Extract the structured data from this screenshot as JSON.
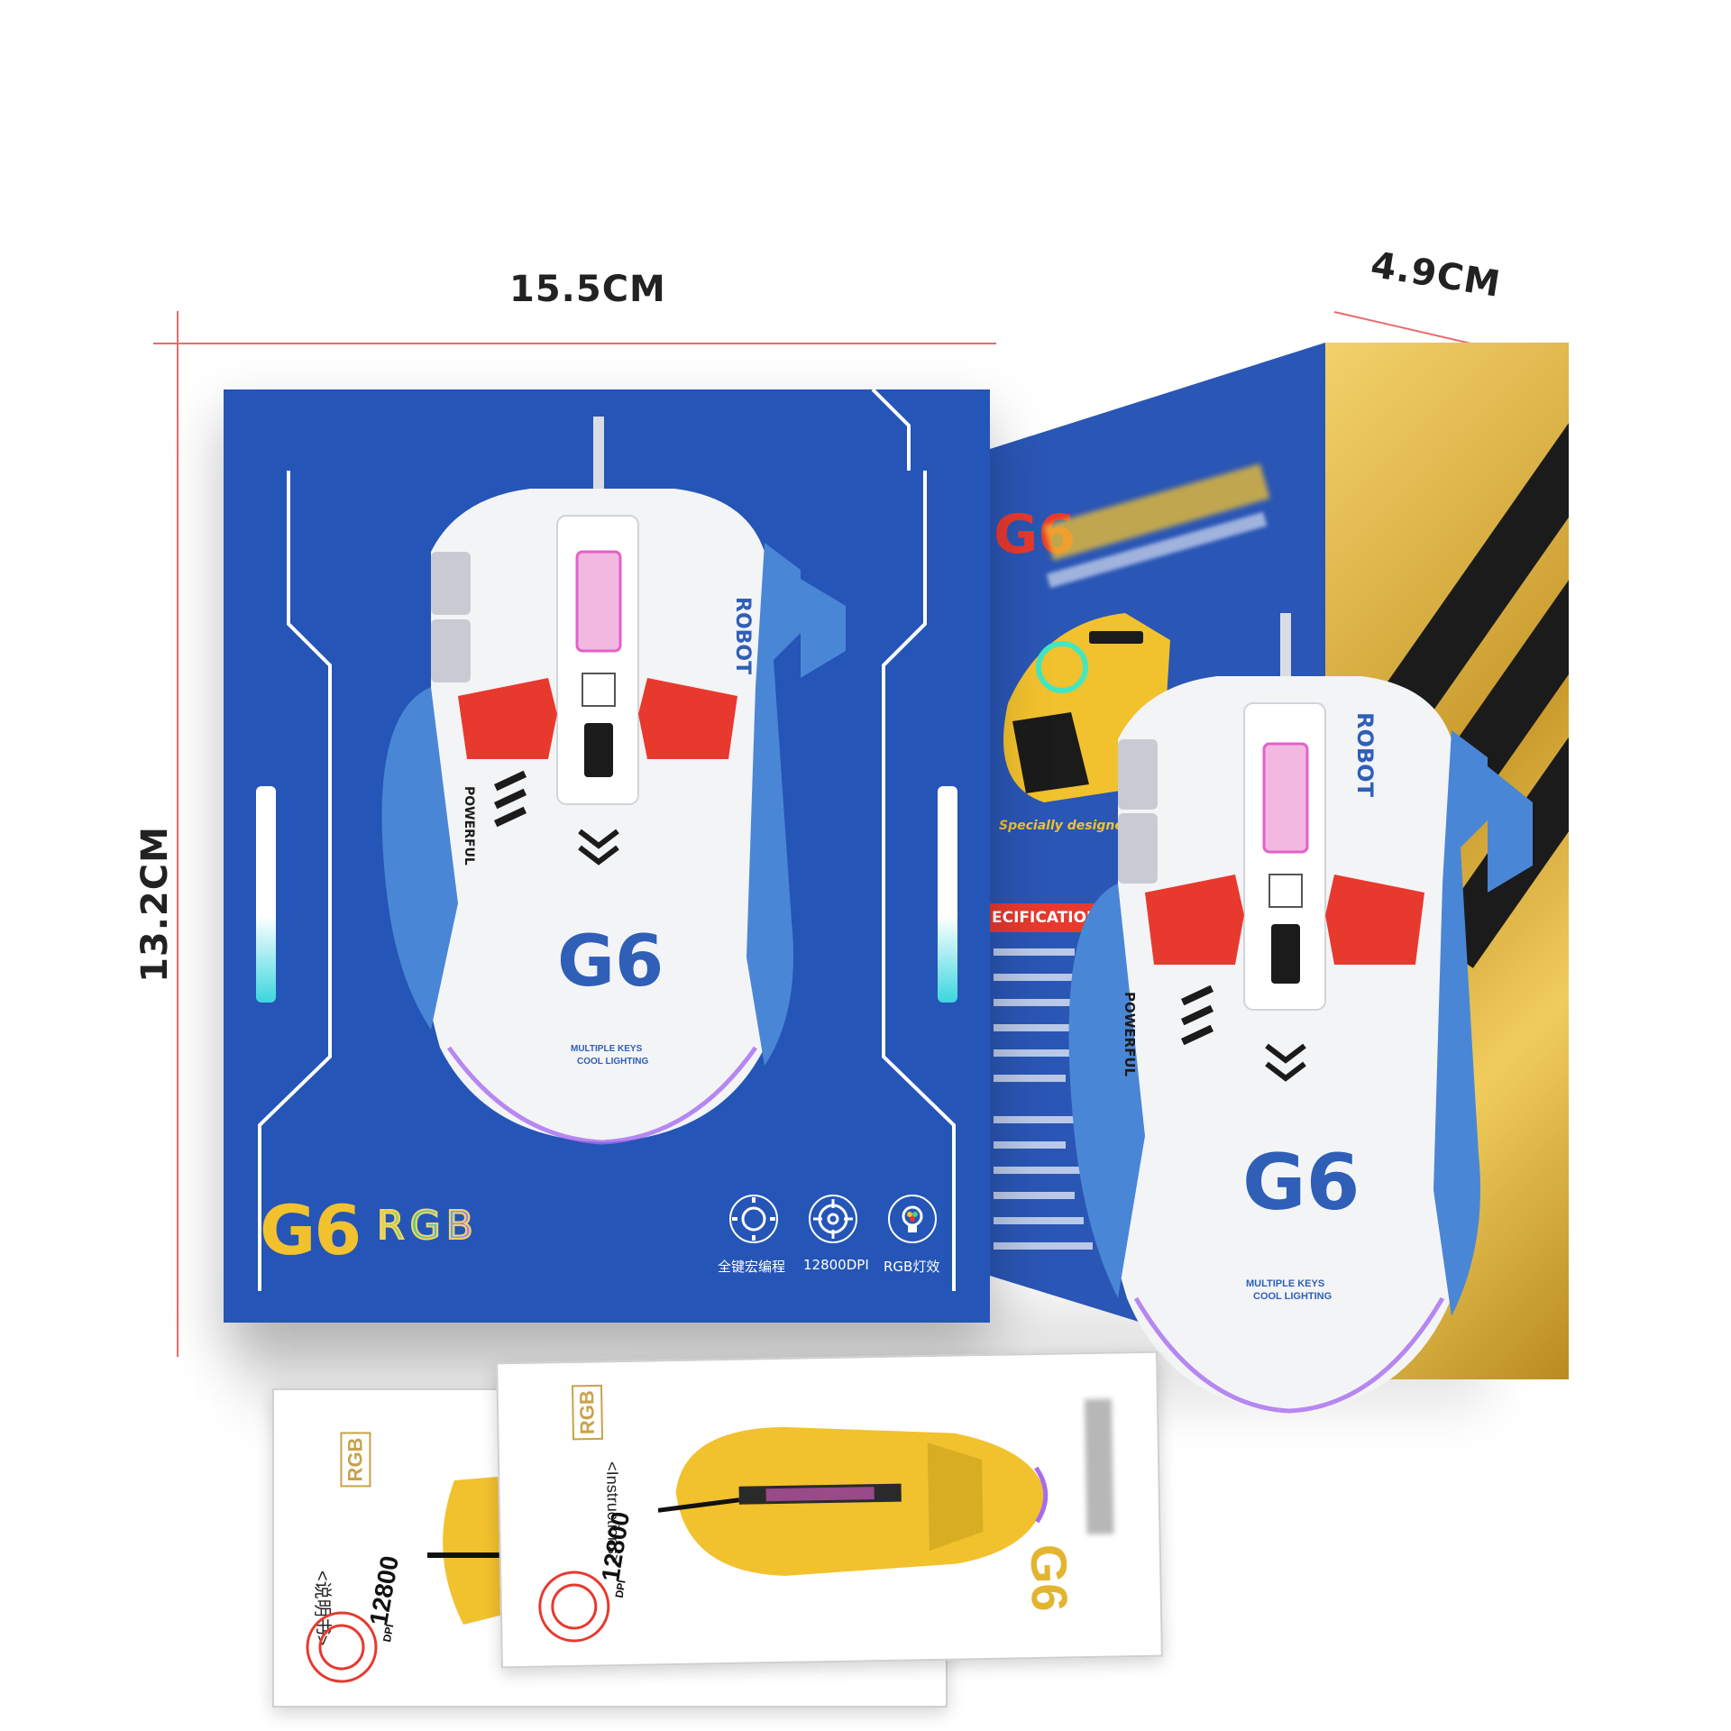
{
  "dimensions": {
    "width": "15.5CM",
    "height": "13.2CM",
    "depth": "4.9CM"
  },
  "box_front": {
    "model": "G6",
    "rgb": "RGB",
    "mouse_labels": {
      "robot": "ROBOT",
      "powerful": "POWERFUL",
      "tagline1": "MULTIPLE KEYS",
      "tagline2": "COOL LIGHTING"
    },
    "features": [
      {
        "icon": "gear-icon",
        "label": "全键宏编程"
      },
      {
        "icon": "crosshair-icon",
        "label": "12800DPI"
      },
      {
        "icon": "bulb-icon",
        "label": "RGB灯效"
      }
    ]
  },
  "box_side": {
    "tagline": "Specially designed for gamers",
    "specs_heading": "ECIFICATIONS:"
  },
  "manual_front": {
    "rgb": "RGB",
    "dpi": "12800",
    "dpi_unit": "DPI",
    "title": "<Instructions>",
    "model": "G6"
  },
  "manual_back": {
    "rgb": "RGB",
    "dpi": "12800",
    "dpi_unit": "DPI",
    "title": "<说明书>"
  },
  "colors": {
    "box_blue": "#2555b6",
    "gold": "#e9c15a",
    "accent_red": "#e8392f",
    "yellow": "#f2c12e"
  }
}
